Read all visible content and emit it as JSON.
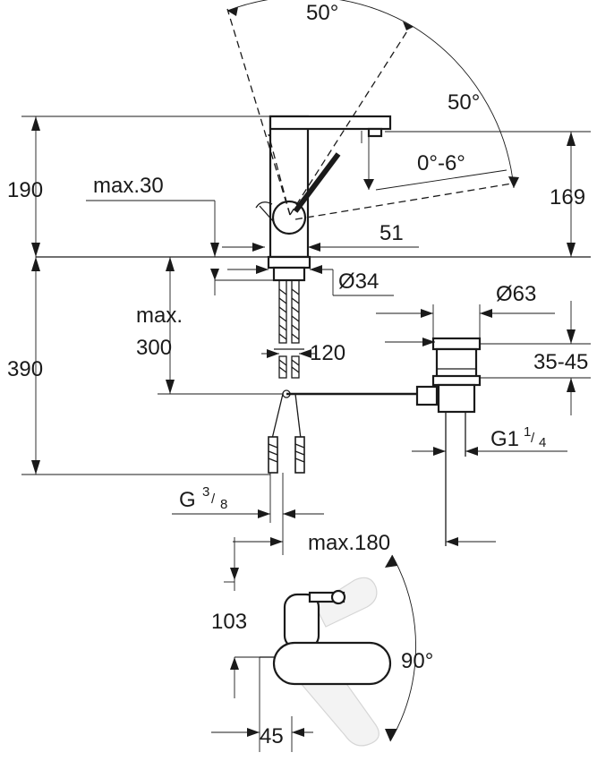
{
  "dimensions": {
    "angle_top": "50°",
    "angle_side": "50°",
    "angle_range": "0°-6°",
    "max30": "max.30",
    "h190": "190",
    "h169": "169",
    "w51": "51",
    "d34": "Ø34",
    "d63": "Ø63",
    "max300_a": "max.",
    "max300_b": "300",
    "h120": "120",
    "h390": "390",
    "r3545": "35-45",
    "g114": "G1",
    "g114_num": "1",
    "g114_den": "4",
    "g38": "G",
    "g38_num": "3",
    "g38_den": "8",
    "max180": "max.180",
    "h103": "103",
    "angle_rot": "90°",
    "w45": "45"
  }
}
